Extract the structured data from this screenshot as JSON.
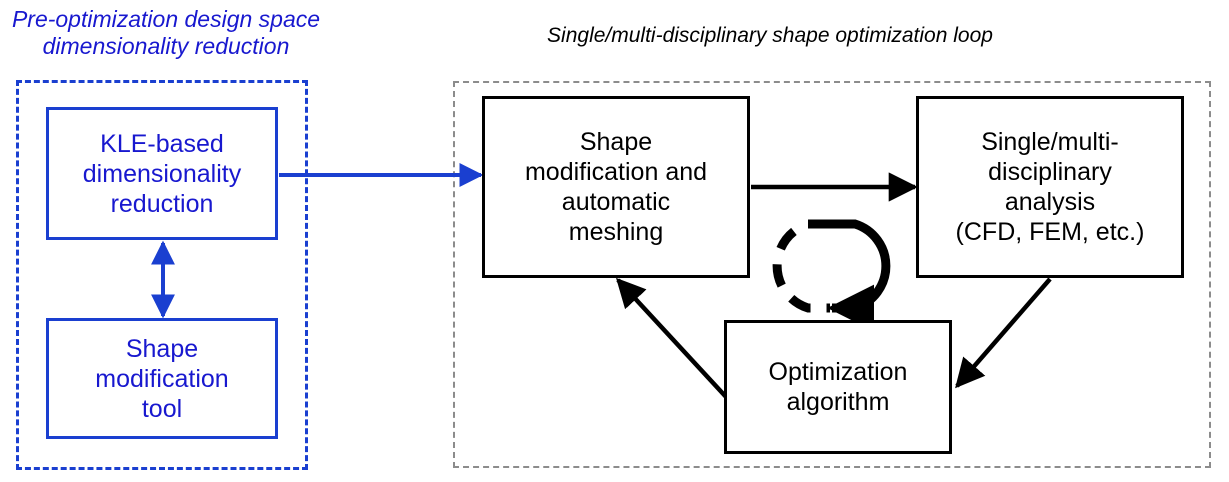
{
  "figure": {
    "background": "#ffffff",
    "blue": "#1818cf",
    "blue_border": "#1a3fd0",
    "black": "#000000",
    "gray_dash": "#8c8c8c"
  },
  "captions": {
    "left": "Pre-optimization design space\ndimensionality reduction",
    "right": "Single/multi-disciplinary shape optimization loop"
  },
  "nodes": {
    "kle": "KLE-based\ndimensionality\nreduction",
    "shape_tool": "Shape\nmodification\ntool",
    "shape_mesh": "Shape\nmodification and\nautomatic\nmeshing",
    "analysis": "Single/multi-\ndisciplinary\nanalysis\n(CFD, FEM, etc.)",
    "optimization": "Optimization\nalgorithm"
  },
  "edges": [
    {
      "name": "kle-to-shape-tool",
      "type": "double-arrow-vertical",
      "color": "#1a3fd0",
      "from": "KLE-based dimensionality reduction",
      "to": "Shape modification tool"
    },
    {
      "name": "kle-to-shape-mesh",
      "type": "arrow-horizontal",
      "color": "#1a3fd0",
      "from": "KLE-based dimensionality reduction",
      "to": "Shape modification and automatic meshing"
    },
    {
      "name": "shape-mesh-to-analysis",
      "type": "arrow-horizontal",
      "color": "#000000",
      "from": "Shape modification and automatic meshing",
      "to": "Single/multi-disciplinary analysis"
    },
    {
      "name": "analysis-to-optimization",
      "type": "arrow-diagonal",
      "color": "#000000",
      "from": "Single/multi-disciplinary analysis",
      "to": "Optimization algorithm"
    },
    {
      "name": "optimization-to-shape-mesh",
      "type": "arrow-diagonal",
      "color": "#000000",
      "from": "Optimization algorithm",
      "to": "Shape modification and automatic meshing"
    },
    {
      "name": "iteration-loop",
      "type": "circular-loop-half-dashed",
      "color": "#000000",
      "from": "loop",
      "to": "loop"
    }
  ]
}
